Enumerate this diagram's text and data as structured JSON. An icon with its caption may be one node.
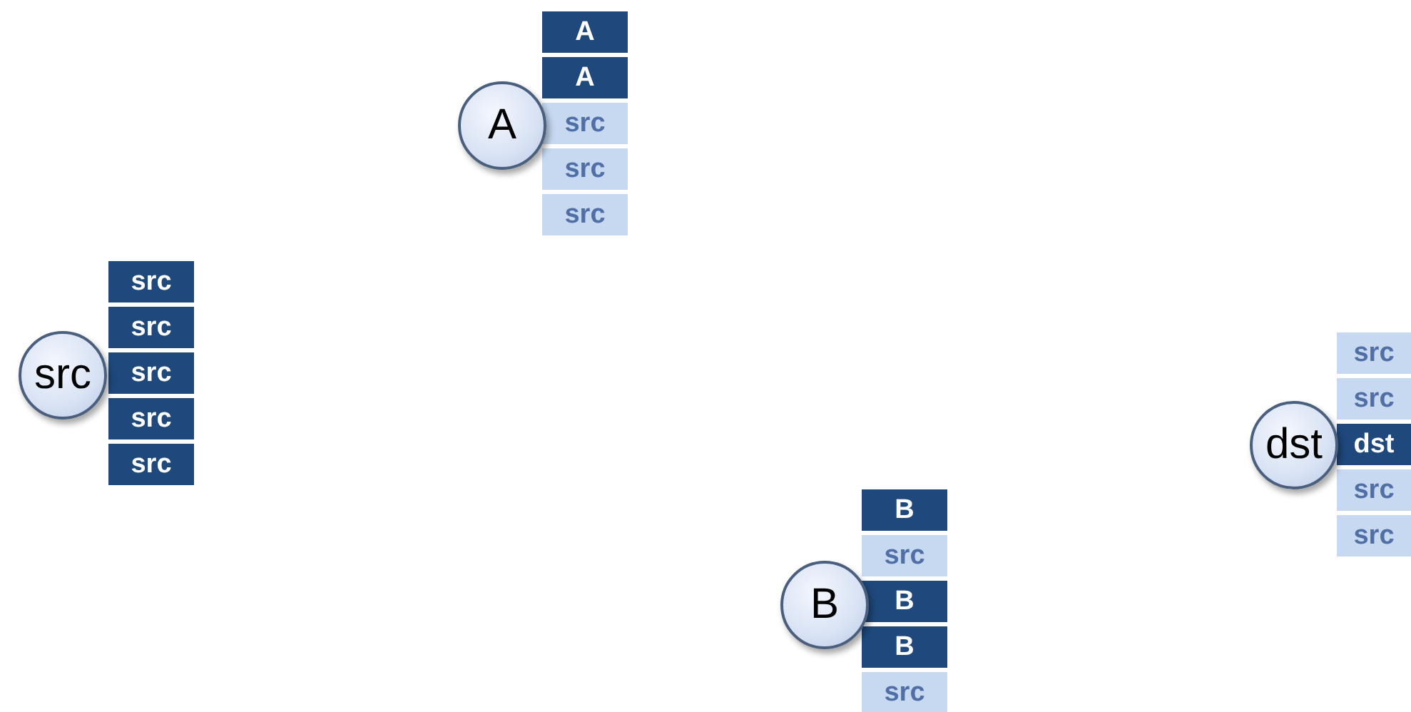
{
  "diagram": {
    "nodes": [
      {
        "text": [
          "A"
        ]
      },
      {
        "text": [
          "src"
        ]
      },
      {
        "text": [
          "dst"
        ]
      },
      {
        "text": [
          "B"
        ]
      }
    ],
    "labels": [
      "A",
      "A",
      "src",
      "src",
      "src",
      "src",
      "src",
      "src",
      "src",
      "src",
      "src",
      "src",
      "dst",
      "src",
      "src",
      "B",
      "src",
      "B",
      "B",
      "src"
    ]
  }
}
